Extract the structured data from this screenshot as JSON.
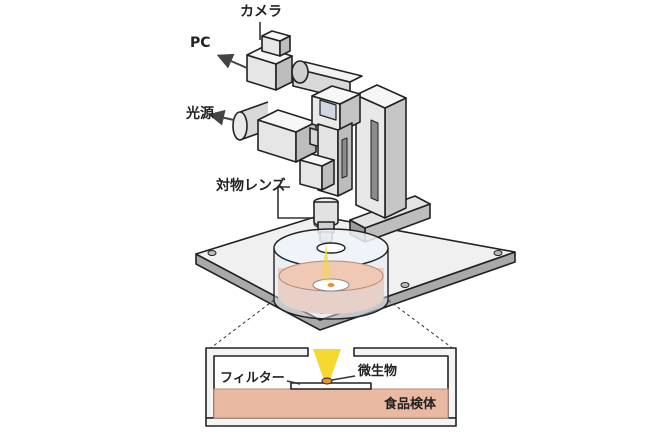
{
  "labels": {
    "camera": "カメラ",
    "pc": "PC",
    "light_source": "光源",
    "objective_lens": "対物レンズ",
    "filter": "フィルター",
    "microorganism": "微生物",
    "food_sample": "食品検体"
  },
  "colors": {
    "outline": "#222222",
    "metal_light": "#f2f2f2",
    "metal_mid": "#d4d4d4",
    "metal_dark": "#a9a9a9",
    "glass": "#e4eef6",
    "sample": "#eab9a1",
    "light_beam": "#f5d830",
    "organism": "#e8942a"
  }
}
